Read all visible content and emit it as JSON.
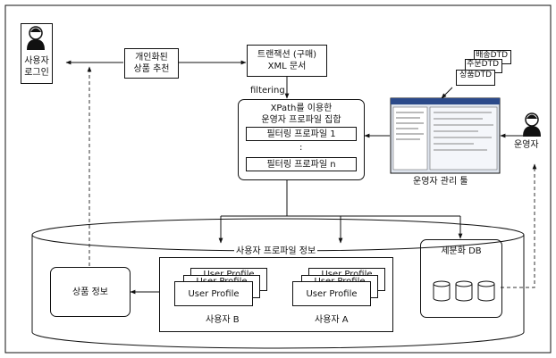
{
  "nodes": {
    "user_login": "사용자\n로그인",
    "personal_recommend": "개인화된\n상품 추천",
    "transaction_doc": "트랜잭션 (구매)\nXML 문서",
    "filtering_label": "filtering",
    "profile_set_title": "XPath를 이용한\n운영자 프로파일 집합",
    "filter_profile_1": "필터링 프로파일 1",
    "ellipsis": ":",
    "filter_profile_n": "필터링 프로파일 n",
    "dtd_docs": [
      "배송DTD",
      "주문DTD",
      "상품DTD"
    ],
    "admin_tool": "운영자 관리 툴",
    "operator": "운영자",
    "user_profile_info": "사용자 프로파일 정보",
    "product_info": "상품 정보",
    "user_profile_card": "User Profile",
    "back_card_label": "User Profile",
    "user_b": "사용자 B",
    "user_a": "사용자 A",
    "segment_db": "세분화 DB"
  },
  "colors": {
    "line": "#111111",
    "dashed": "#333333",
    "window_fill": "#cfd8e6",
    "window_title": "#2b4a8a"
  }
}
